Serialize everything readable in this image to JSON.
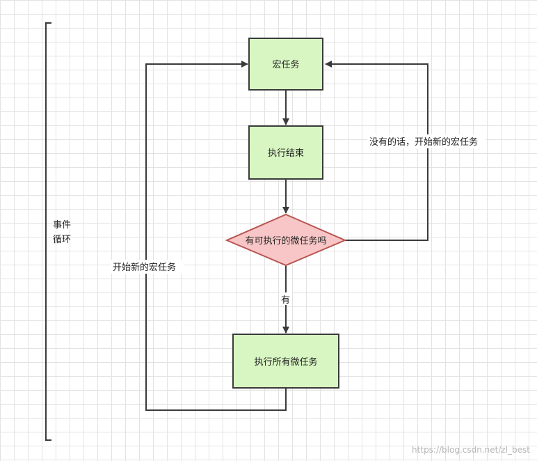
{
  "nodes": {
    "macro_task": "宏任务",
    "execution_end": "执行结束",
    "decision": "有可执行的微任务吗",
    "run_micro_tasks": "执行所有微任务"
  },
  "edges": {
    "yes_label": "有",
    "no_label": "没有的话，开始新的宏任务",
    "loop_back_label": "开始新的宏任务"
  },
  "bracket": {
    "label_line1": "事件",
    "label_line2": "循环"
  },
  "watermark": "https://blog.csdn.net/zl_best",
  "colors": {
    "box_fill": "#d8f6c2",
    "box_stroke": "#3a3a3a",
    "diamond_fill": "#f8c6c6",
    "diamond_stroke": "#b85450",
    "line": "#3a3a3a"
  }
}
